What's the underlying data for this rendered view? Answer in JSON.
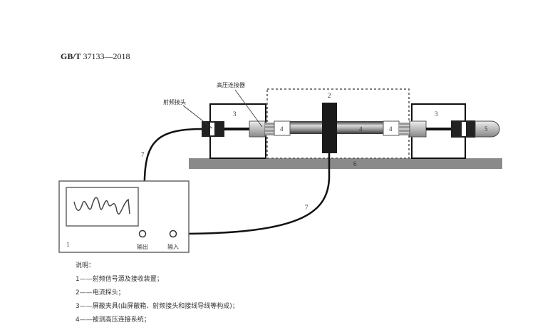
{
  "header": {
    "standard": "GB/T",
    "number": "37133—2018"
  },
  "diagram": {
    "labels": {
      "rf_connector": "射频接头",
      "hv_connector": "高压连接器",
      "output": "输出",
      "input": "输入"
    },
    "numbers": {
      "instrument": "1",
      "probe": "2",
      "fixture_left": "3",
      "fixture_right": "3",
      "system_left": "4",
      "system_cable": "4",
      "system_right": "4",
      "load": "5",
      "base": "6",
      "cable_left": "7",
      "cable_right": "7"
    }
  },
  "legend": {
    "title": "说明：",
    "items": [
      "1——射频信号源及接收装置；",
      "2——电流探头；",
      "3——屏蔽夹具(由屏蔽箱、射频接头和接线导线等构成)；",
      "4——被测高压连接系统；"
    ]
  }
}
